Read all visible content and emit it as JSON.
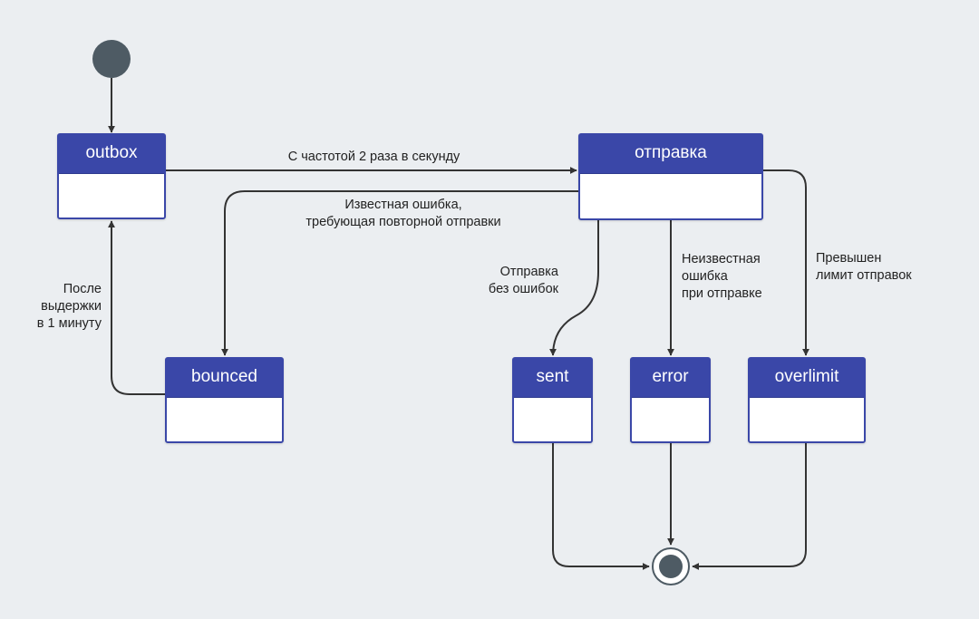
{
  "states": {
    "outbox": "outbox",
    "otpravka": "отправка",
    "bounced": "bounced",
    "sent": "sent",
    "error": "error",
    "overlimit": "overlimit"
  },
  "transitions": {
    "outbox_to_otpravka": "С частотой 2 раза в секунду",
    "otpravka_to_bounced": [
      "Известная ошибка,",
      "требующая повторной отправки"
    ],
    "bounced_to_outbox": [
      "После",
      "выдержки",
      "в 1 минуту"
    ],
    "otpravka_to_sent": [
      "Отправка",
      "без ошибок"
    ],
    "otpravka_to_error": [
      "Неизвестная",
      "ошибка",
      "при отправке"
    ],
    "otpravka_to_overlimit": [
      "Превышен",
      "лимит отправок"
    ]
  },
  "colors": {
    "background": "#ebeef1",
    "state_header": "#3a47a8",
    "pseudostate": "#4e5b64",
    "edge": "#333333"
  }
}
